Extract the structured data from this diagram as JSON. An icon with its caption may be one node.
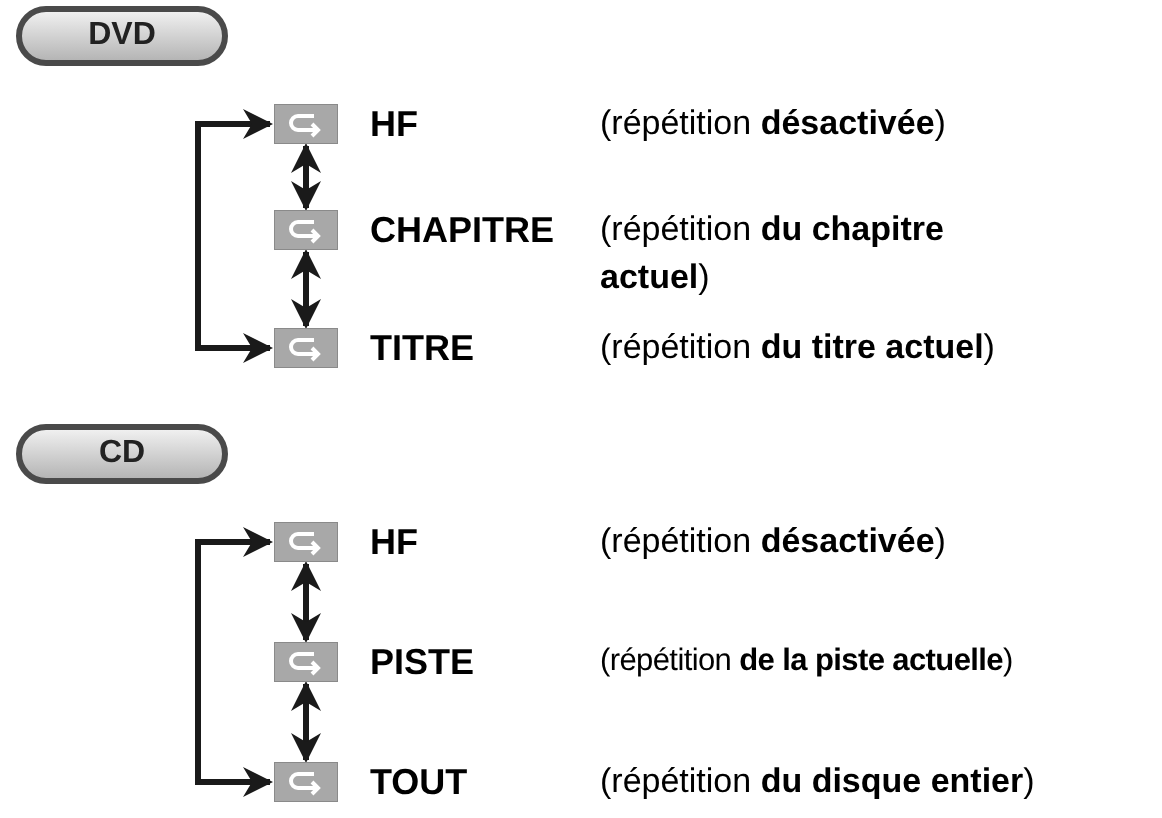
{
  "diagram": {
    "nodes": [
      {
        "text": [
          "DVD"
        ]
      },
      {
        "text": [
          "HF"
        ]
      },
      {
        "text": [
          "CHAPITRE"
        ]
      },
      {
        "text": [
          "TITRE"
        ]
      },
      {
        "text": [
          "CD"
        ]
      },
      {
        "text": [
          "HF"
        ]
      },
      {
        "text": [
          "PISTE"
        ]
      },
      {
        "text": [
          "TOUT"
        ]
      }
    ],
    "edges": [
      {
        "from": 1,
        "to": 2,
        "arrow": "both"
      },
      {
        "from": 2,
        "to": 3,
        "arrow": "both"
      },
      {
        "from": 1,
        "to": 3,
        "arrow": "both"
      },
      {
        "from": 5,
        "to": 6,
        "arrow": "both"
      },
      {
        "from": 6,
        "to": 7,
        "arrow": "both"
      },
      {
        "from": 5,
        "to": 7,
        "arrow": "both"
      }
    ],
    "labels": [
      "(répétition **désactivée**)",
      "(répétition **du chapitre actuel**)",
      "(répétition **du titre actuel**)",
      "(répétition **désactivée**)",
      "(répétition **de la piste actuelle**)",
      "(répétition **du disque entier**)"
    ]
  }
}
